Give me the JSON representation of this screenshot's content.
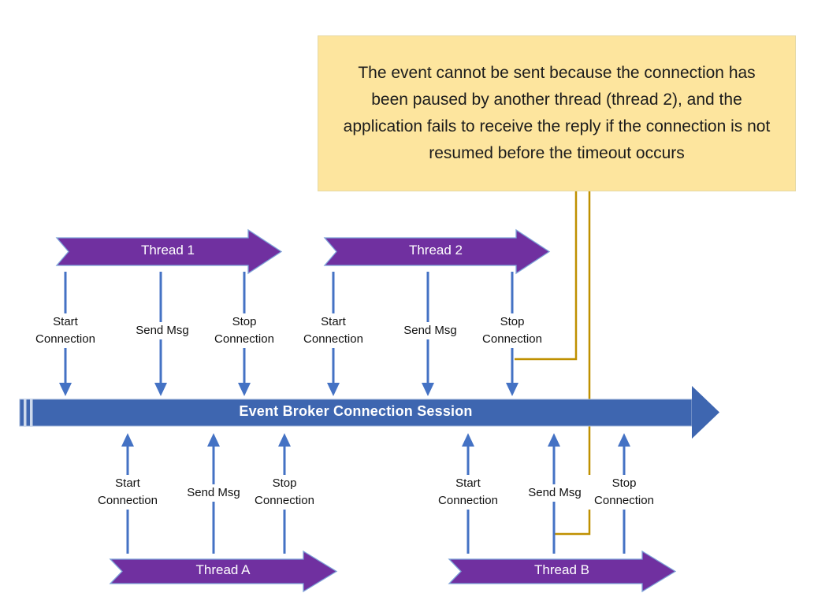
{
  "callout": {
    "text": "The event cannot be sent because the connection has been paused by another thread (thread 2), and the application fails to receive the reply if the connection is not resumed before the timeout occurs"
  },
  "timeline": {
    "label": "Event Broker Connection Session"
  },
  "threads": {
    "top": [
      {
        "label": "Thread 1"
      },
      {
        "label": "Thread 2"
      }
    ],
    "bottom": [
      {
        "label": "Thread A"
      },
      {
        "label": "Thread B"
      }
    ]
  },
  "actions": {
    "start": "Start Connection",
    "send": "Send Msg",
    "stop": "Stop Connection"
  },
  "colors": {
    "purple": "#7030A0",
    "connector_blue": "#4472C4",
    "bar_blue": "#3E66B0",
    "gold": "#BF9000",
    "callout_bg": "#FDE59E"
  }
}
